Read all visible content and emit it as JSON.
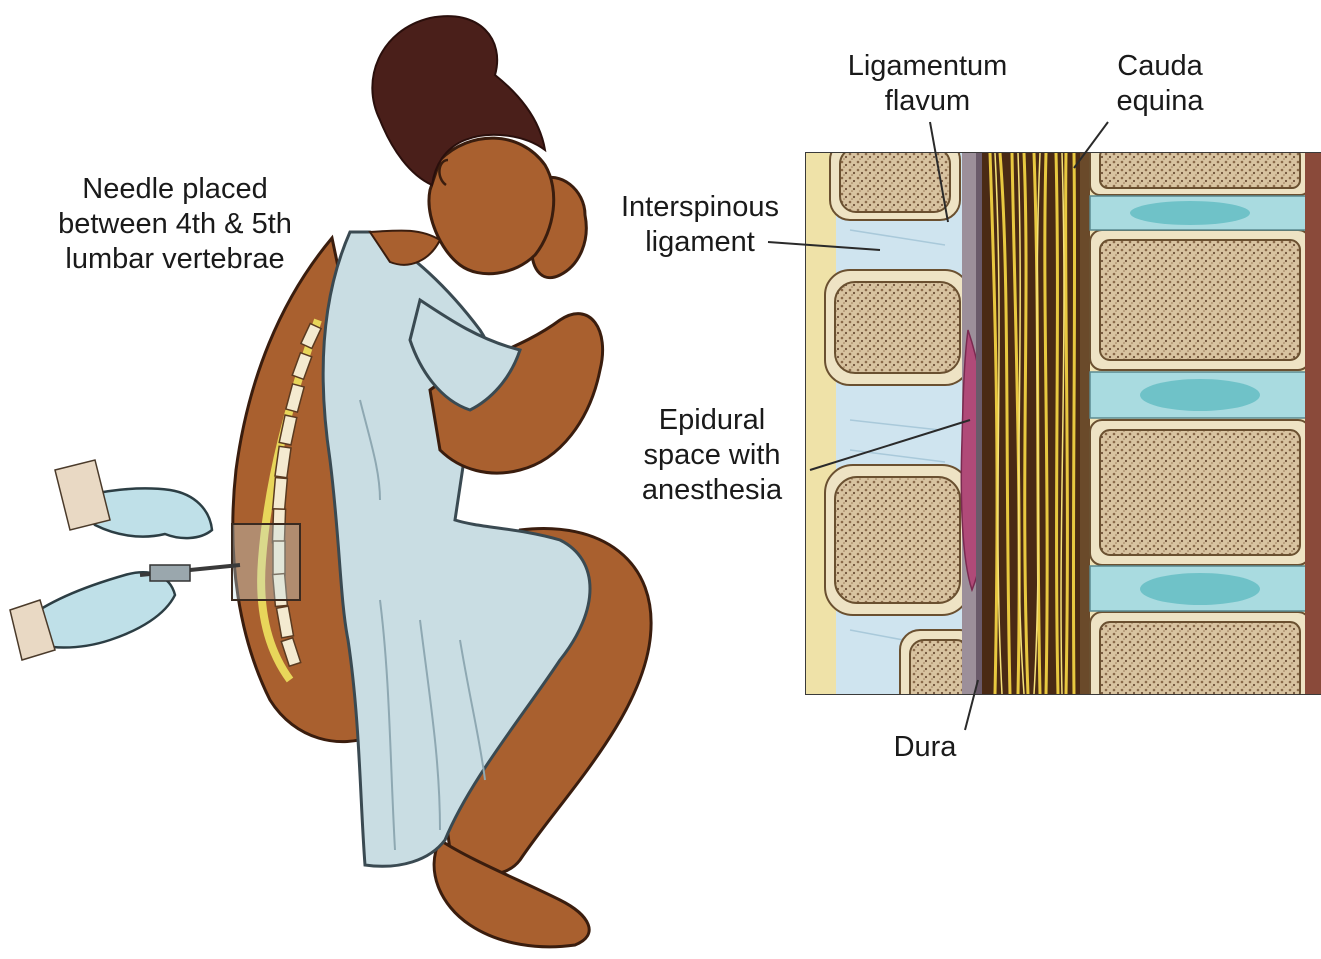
{
  "labels": {
    "needle": [
      "Needle placed",
      "between 4th & 5th",
      "lumbar vertebrae"
    ],
    "ligamentum_flavum": [
      "Ligamentum",
      "flavum"
    ],
    "cauda_equina": [
      "Cauda",
      "equina"
    ],
    "interspinous_ligament": [
      "Interspinous",
      "ligament"
    ],
    "epidural_space": [
      "Epidural",
      "space with",
      "anesthesia"
    ],
    "dura": [
      "Dura"
    ]
  },
  "colors": {
    "skin": "#a9602f",
    "skin_shadow": "#7d4220",
    "hair": "#4a1f1a",
    "gown": "#c9dde3",
    "gown_shadow": "#9fb8c2",
    "glove": "#bfe0e8",
    "bone_cortex": "#eee3c4",
    "bone_marrow": "#b89a78",
    "disc": "#a9dbe0",
    "disc_nucleus": "#6fc2c8",
    "ligament": "#cfe4ef",
    "nerve_yellow": "#e8c840",
    "nerve_dark": "#4a2a14",
    "epidural_pink": "#b04a78",
    "fat": "#f0e4b8",
    "spinal_cord": "#e8d65a"
  }
}
